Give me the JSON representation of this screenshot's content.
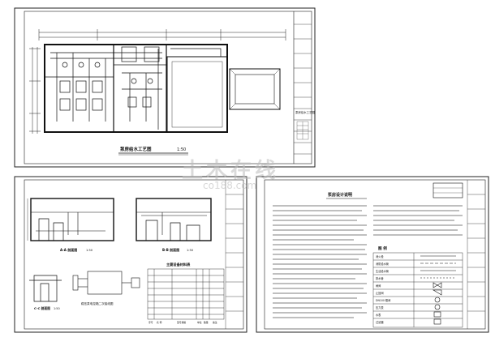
{
  "sheets": {
    "top": {
      "plan_title": "泵房给水工艺图",
      "plan_scale": "1:50",
      "tb_title": "泵房给水工艺图"
    },
    "bottom_left": {
      "section_aa": "A-A 剖面图",
      "section_aa_scale": "1:50",
      "section_bb": "B-B 剖面图",
      "section_bb_scale": "1:50",
      "section_cc": "C-C 剖面图",
      "section_cc_scale": "1:50",
      "wiring_title": "稳压泵电控箱二次接线图",
      "equip_table_title": "主要设备材料表",
      "equip_headers": [
        "序号",
        "名 称",
        "型号规格",
        "单位",
        "数量",
        "备注"
      ]
    },
    "bottom_right": {
      "notes_title": "泵房设计说明",
      "legend_title": "图 例",
      "legend_items": [
        "消火栓",
        "消防给水管",
        "生活给水管",
        "排水管",
        "闸阀",
        "止回阀",
        "DN100 蝶阀",
        "压力表",
        "水表",
        "过滤器"
      ]
    }
  },
  "watermark": {
    "brand": "土木在线",
    "url": "co188.com"
  }
}
